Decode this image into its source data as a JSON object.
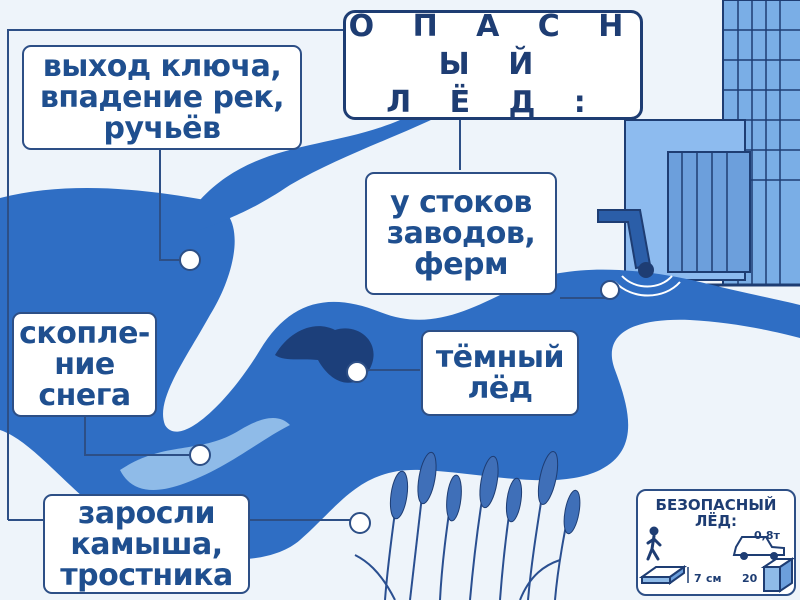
{
  "title": "О П А С Н Ы Й\nЛ Ё Д :",
  "labels": {
    "spring": "выход ключа,\nвпадение рек,\nручьёв",
    "factories": "у стоков\nзаводов,\nферм",
    "snow": "скопле-\nние\nснега",
    "dark_ice": "тёмный\nлёд",
    "reeds": "заросли\nкамыша,\nтростника"
  },
  "safe_ice": {
    "title": "БЕЗОПАСНЫЙ\nЛЁД:",
    "person_thickness": "7",
    "unit": "см",
    "car_thickness": "20",
    "car_load": "0,8т"
  },
  "icons": {
    "person": "walking-person-icon",
    "car": "car-icon",
    "thin_slab": "thin-ice-slab-icon",
    "thick_slab": "thick-ice-block-icon",
    "buildings": "factory-buildings",
    "pipe": "drain-pipe-icon",
    "reeds": "reeds-plants"
  },
  "colors": {
    "background": "#eef4fa",
    "river": "#2f6ec4",
    "river_dark": "#1f4f96",
    "dark_ice": "#1c3f7a",
    "light_water": "#8fbbe8",
    "box_border": "#2d4f86",
    "text": "#1f4f8f",
    "buildings": "#6fa3e0",
    "reeds": "#3f6fb8"
  }
}
